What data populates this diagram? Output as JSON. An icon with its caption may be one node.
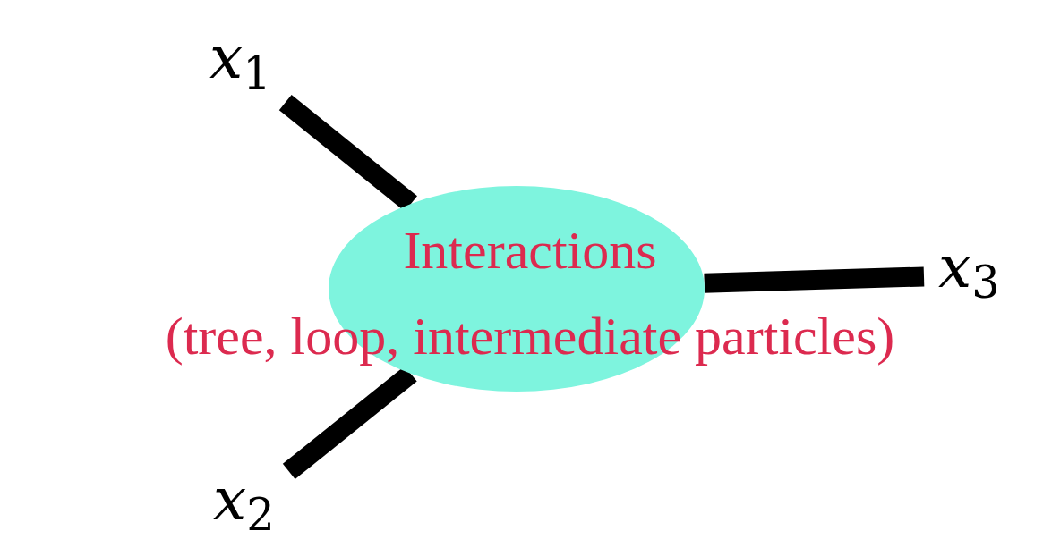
{
  "diagram": {
    "nodes": [
      {
        "text": [
          "*x*$_{1}$"
        ]
      },
      {
        "text": [
          "Interactions",
          "(tree, loop, intermediate particles)"
        ]
      },
      {
        "text": [
          "*x*$_{3}$"
        ]
      },
      {
        "text": [
          "*x*$_{2}$"
        ]
      }
    ],
    "edges": [
      {
        "from": 0,
        "to": 1,
        "arrow": "none"
      },
      {
        "from": 2,
        "to": 1,
        "arrow": "none"
      },
      {
        "from": 3,
        "to": 1,
        "arrow": "none"
      }
    ]
  }
}
